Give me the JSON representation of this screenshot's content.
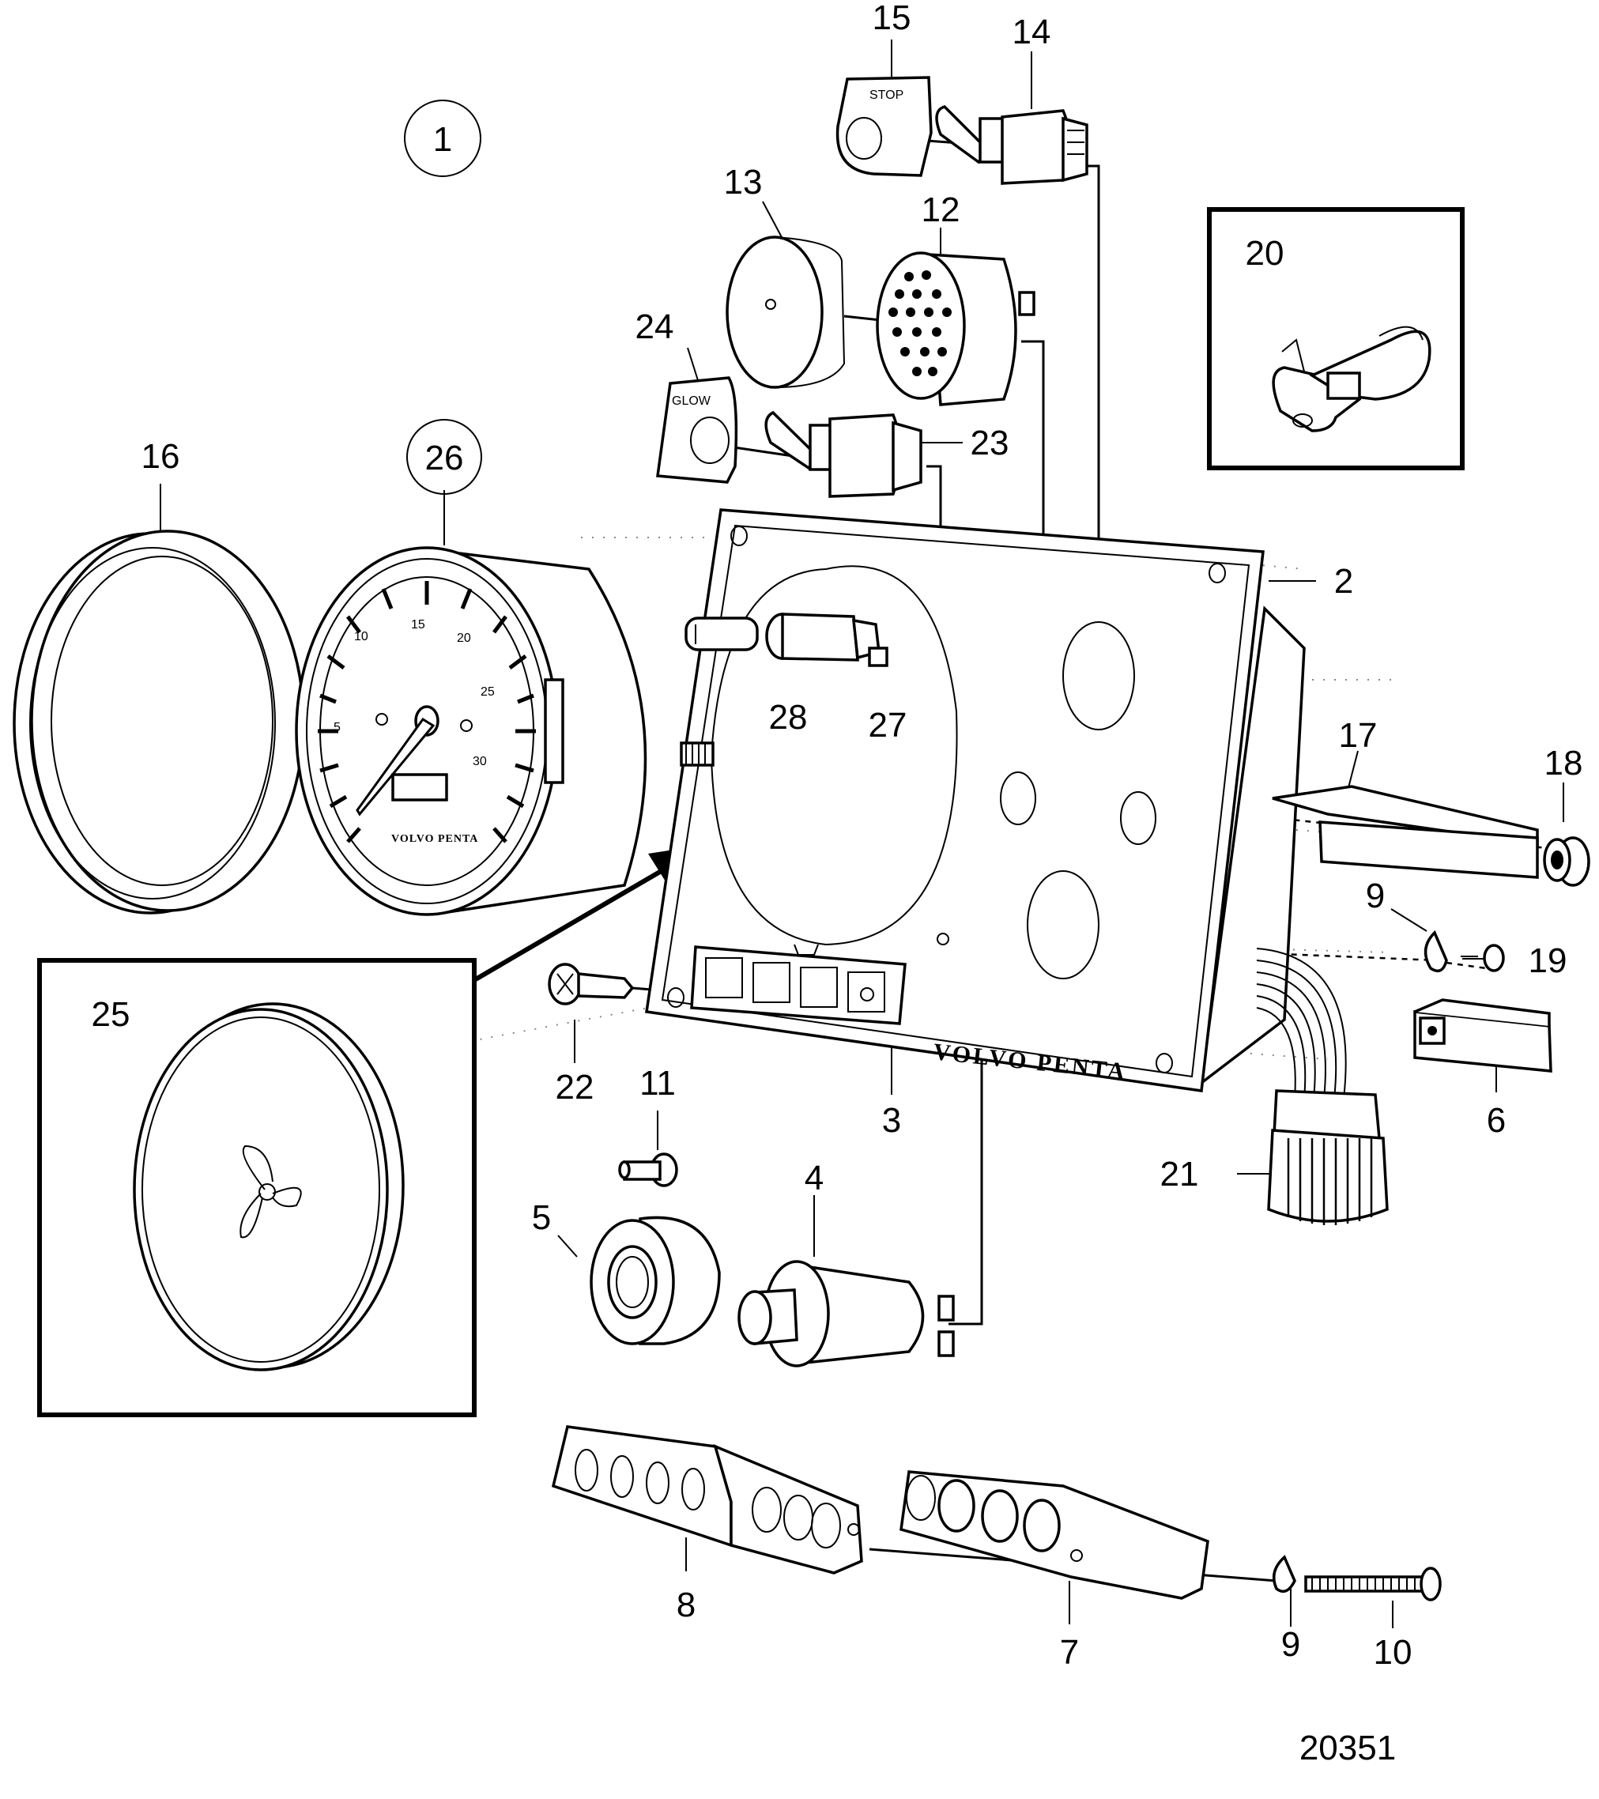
{
  "callouts": [
    "1",
    "2",
    "3",
    "4",
    "5",
    "6",
    "7",
    "8",
    "9",
    "9",
    "10",
    "11",
    "12",
    "13",
    "14",
    "15",
    "16",
    "17",
    "18",
    "19",
    "20",
    "21",
    "22",
    "23",
    "24",
    "25",
    "26",
    "27",
    "28"
  ],
  "decals": {
    "stop": "STOP",
    "glow": "GLOW"
  },
  "brand": {
    "panel": "VOLVO PENTA",
    "gauge": "VOLVO PENTA"
  },
  "gauge_scale": [
    "5",
    "10",
    "15",
    "20",
    "25",
    "30"
  ],
  "figure_number": "20351"
}
